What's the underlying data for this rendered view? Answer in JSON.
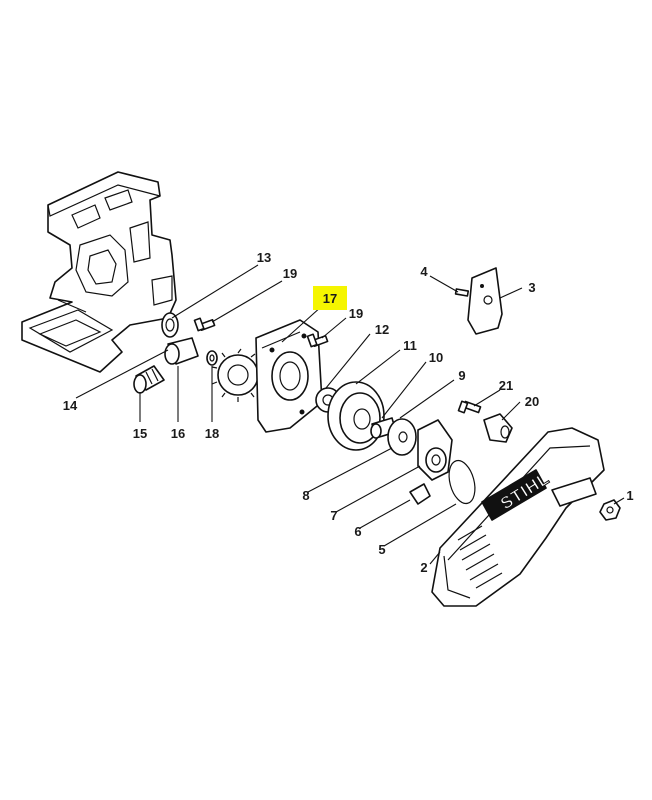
{
  "brand": "STIHL",
  "highlight_color": "#f5f500",
  "parts": [
    {
      "id": "p1",
      "label": "1"
    },
    {
      "id": "p2",
      "label": "2"
    },
    {
      "id": "p3",
      "label": "3"
    },
    {
      "id": "p4",
      "label": "4"
    },
    {
      "id": "p5",
      "label": "5"
    },
    {
      "id": "p6",
      "label": "6"
    },
    {
      "id": "p7",
      "label": "7"
    },
    {
      "id": "p8",
      "label": "8"
    },
    {
      "id": "p9",
      "label": "9"
    },
    {
      "id": "p10",
      "label": "10"
    },
    {
      "id": "p11",
      "label": "11"
    },
    {
      "id": "p12",
      "label": "12"
    },
    {
      "id": "p13",
      "label": "13"
    },
    {
      "id": "p14",
      "label": "14"
    },
    {
      "id": "p15",
      "label": "15"
    },
    {
      "id": "p16",
      "label": "16"
    },
    {
      "id": "p17",
      "label": "17",
      "highlighted": true
    },
    {
      "id": "p18",
      "label": "18"
    },
    {
      "id": "p19a",
      "label": "19"
    },
    {
      "id": "p19b",
      "label": "19"
    },
    {
      "id": "p20",
      "label": "20"
    },
    {
      "id": "p21",
      "label": "21"
    }
  ]
}
